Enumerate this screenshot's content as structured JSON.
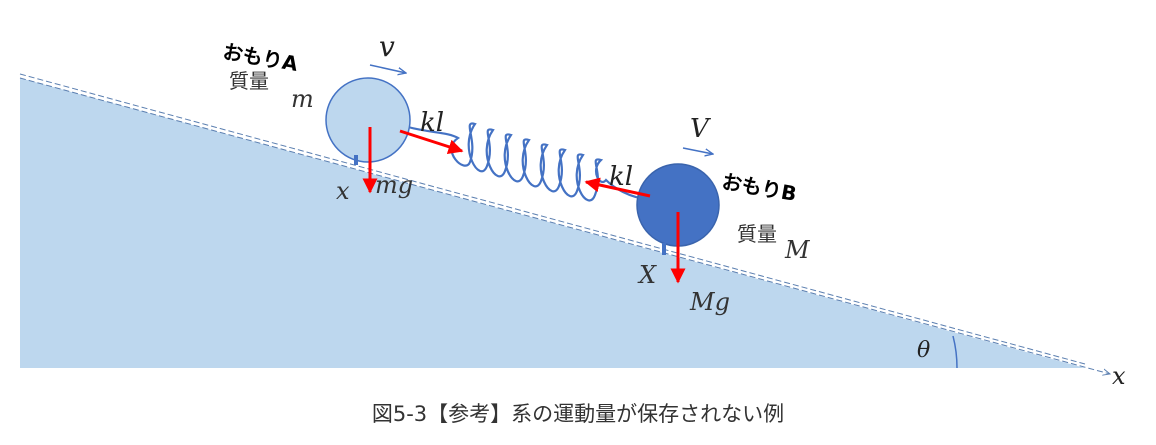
{
  "colors": {
    "slope_fill": "#bdd7ee",
    "slope_line": "#5b7fb0",
    "mass_a_fill": "#bdd7ee",
    "mass_b_fill": "#4472c4",
    "spring": "#4472c4",
    "force_arrow": "#ff0000",
    "velocity_arrow": "#4472c4",
    "text": "#333333"
  },
  "mass_a": {
    "title": "おもりA",
    "mass_label": "質量",
    "mass_symbol": "m",
    "position_symbol": "x",
    "weight_label": "mg",
    "velocity_symbol": "v"
  },
  "mass_b": {
    "title": "おもりB",
    "mass_label": "質量",
    "mass_symbol": "M",
    "position_symbol": "X",
    "weight_label": "Mg",
    "velocity_symbol": "V"
  },
  "spring": {
    "force_label_left": "kl",
    "force_label_right": "kl"
  },
  "slope": {
    "angle_symbol": "θ",
    "axis_label": "x"
  },
  "caption": "図5-3【参考】系の運動量が保存されない例"
}
